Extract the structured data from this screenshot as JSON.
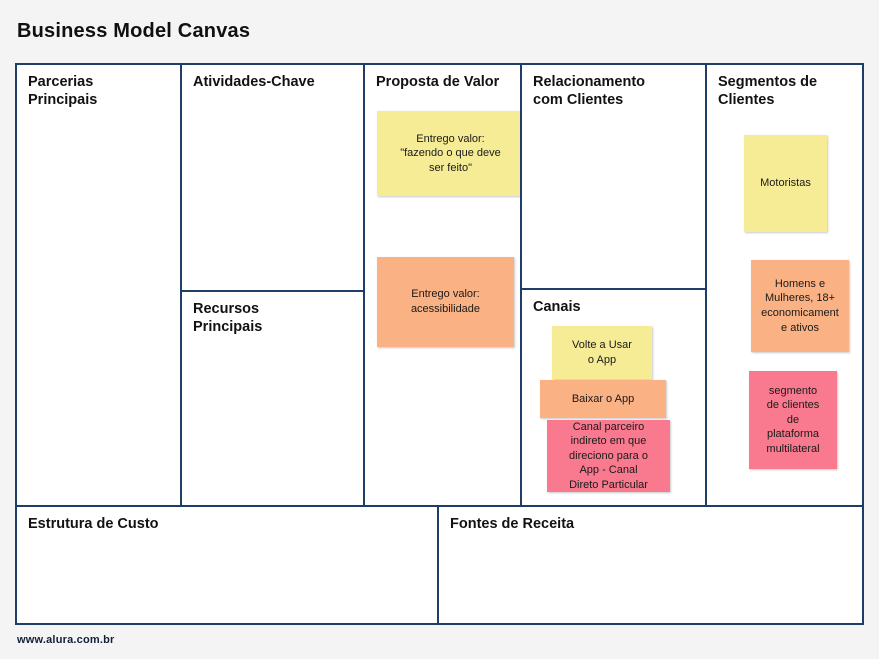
{
  "page": {
    "title": "Business Model Canvas",
    "footer_url": "www.alura.com.br",
    "border_color": "#1f3d69",
    "background_color": "#f4f4f4"
  },
  "palette": {
    "yellow": "#f7ec96",
    "orange": "#fab183",
    "pink": "#f9798f",
    "frame": "#1f3d69"
  },
  "canvas": {
    "blocks": [
      {
        "id": "parcerias-principais",
        "title": "Parcerias\nPrincipais"
      },
      {
        "id": "atividades-chave",
        "title": "Atividades-Chave"
      },
      {
        "id": "recursos-principais",
        "title": "Recursos\nPrincipais"
      },
      {
        "id": "proposta-de-valor",
        "title": "Proposta de Valor"
      },
      {
        "id": "relacionamento-com-clientes",
        "title": "Relacionamento\ncom Clientes"
      },
      {
        "id": "canais",
        "title": "Canais"
      },
      {
        "id": "segmentos-de-clientes",
        "title": "Segmentos de\nClientes"
      },
      {
        "id": "estrutura-de-custo",
        "title": "Estrutura de Custo"
      },
      {
        "id": "fontes-de-receita",
        "title": "Fontes de Receita"
      }
    ],
    "notes": {
      "proposta_de_valor": [
        {
          "color": "yellow",
          "text": "Entrego valor:\n\"fazendo o que deve\nser feito\""
        },
        {
          "color": "orange",
          "text": "Entrego valor:\nacessibilidade"
        }
      ],
      "canais": [
        {
          "color": "yellow",
          "text": "Volte a Usar\no App"
        },
        {
          "color": "orange",
          "text": "Baixar o App"
        },
        {
          "color": "pink",
          "text": "Canal parceiro\nindireto em que\ndireciono para o\nApp - Canal\nDireto Particular"
        }
      ],
      "segmentos_de_clientes": [
        {
          "color": "yellow",
          "text": "Motoristas"
        },
        {
          "color": "orange",
          "text": "Homens e\nMulheres, 18+\neconomicament\ne ativos"
        },
        {
          "color": "pink",
          "text": "segmento\nde clientes\nde\nplataforma\nmultilateral"
        }
      ],
      "relacionamento_com_clientes": [],
      "parcerias_principais": [],
      "atividades_chave": [],
      "recursos_principais": [],
      "estrutura_de_custo": [],
      "fontes_de_receita": []
    }
  }
}
